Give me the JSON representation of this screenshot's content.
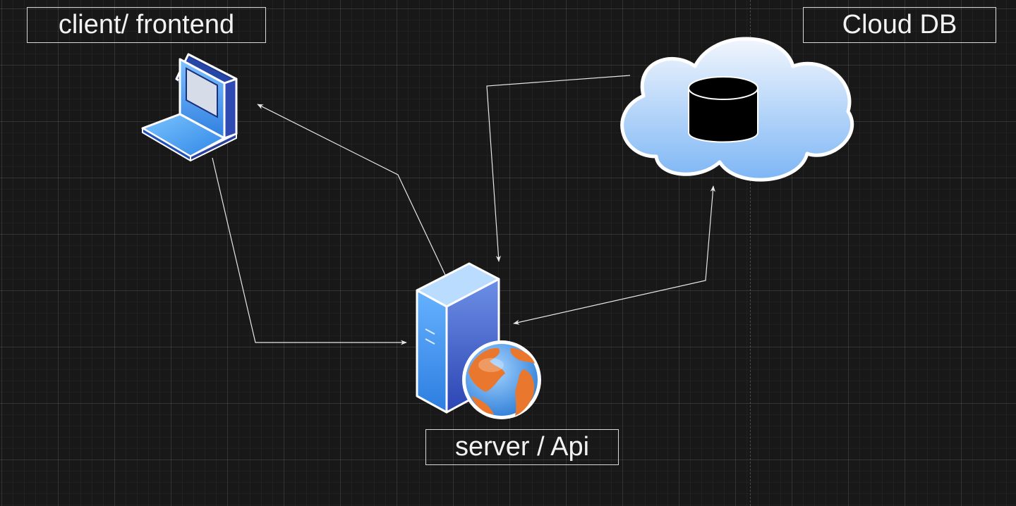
{
  "labels": {
    "client": "client/ frontend",
    "cloud": "Cloud DB",
    "server": "server / Api"
  },
  "icons": {
    "client": "laptop-icon",
    "cloud": "cloud-database-icon",
    "server": "web-server-globe-icon"
  },
  "connectors": [
    {
      "from": "server",
      "to": "client"
    },
    {
      "from": "client",
      "to": "server"
    },
    {
      "from": "cloud",
      "to": "server"
    },
    {
      "from": "server",
      "to": "cloud",
      "bidirectional": true
    }
  ],
  "colors": {
    "background": "#181818",
    "connector": "#e6e6e6",
    "label_border": "#d9d9d9",
    "label_text": "#f2f2f2",
    "icon_blue": "#3d8be8",
    "globe_orange": "#e9782e"
  }
}
